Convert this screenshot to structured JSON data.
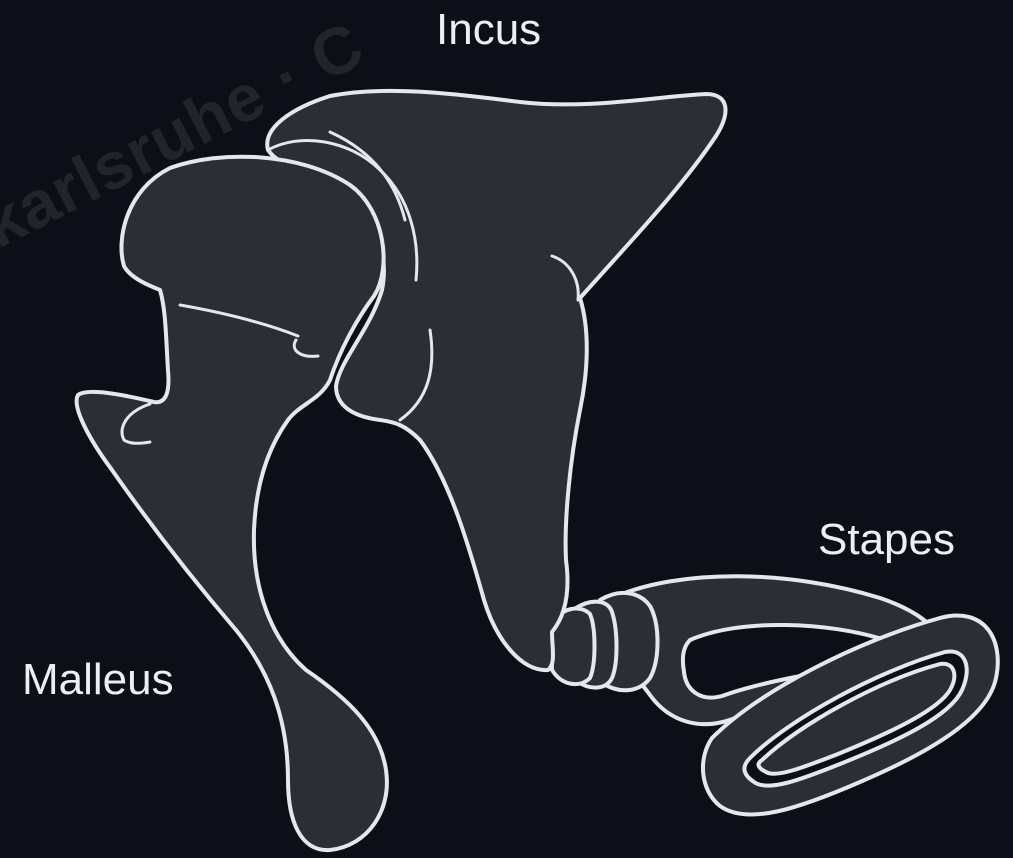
{
  "labels": {
    "incus": "Incus",
    "stapes": "Stapes",
    "malleus": "Malleus"
  },
  "watermark": "karlsruhe · C",
  "colors": {
    "background": "#0c0f17",
    "bone_fill": "#2c2e36",
    "outline": "#e6e7ea",
    "label_text": "#eceef2"
  }
}
